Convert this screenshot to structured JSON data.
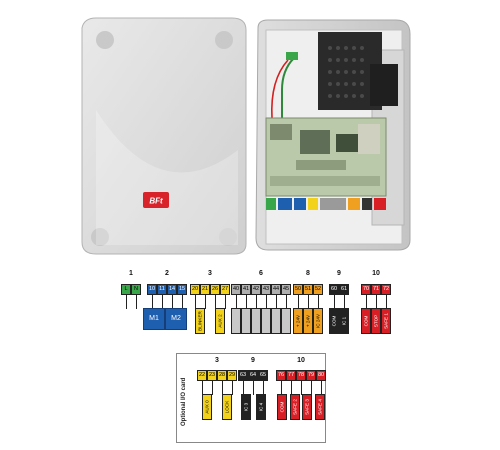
{
  "photo": {
    "logo": "BFt"
  },
  "diagram": {
    "groups": [
      {
        "num": "1",
        "color": "#3aa64a",
        "terminals": [
          "L",
          "N"
        ]
      },
      {
        "num": "2",
        "color": "#1f5fb0",
        "terminals": [
          "10",
          "11",
          "14",
          "15"
        ],
        "motors": [
          "M1",
          "M2"
        ]
      },
      {
        "num": "3",
        "color": "#f2d21b",
        "terminals": [
          "20",
          "21",
          "26",
          "27"
        ],
        "labels": [
          "BLINKER",
          "AUX 2"
        ]
      },
      {
        "num": "6",
        "color": "#b0b0b0",
        "terminals": [
          "40",
          "41",
          "42",
          "43",
          "44",
          "45"
        ]
      },
      {
        "num": "8",
        "color": "#f0a020",
        "terminals": [
          "50",
          "51",
          "52"
        ],
        "labels": [
          "+ 24V",
          "+ 24V",
          "IC 24V"
        ]
      },
      {
        "num": "9",
        "color": "#222222",
        "terminals": [
          "60",
          "61"
        ],
        "labels": [
          "COM",
          "IC 1"
        ]
      },
      {
        "num": "10",
        "color": "#d81f26",
        "terminals": [
          "70",
          "71",
          "72"
        ],
        "labels": [
          "COM",
          "STOP",
          "SAFE 1"
        ]
      }
    ],
    "optional": {
      "title": "Optional I/O card",
      "groups": [
        {
          "num": "3",
          "color": "#f2d21b",
          "terminals": [
            "22",
            "23",
            "28",
            "29"
          ],
          "labels": [
            "AUX 0",
            "LOCK"
          ]
        },
        {
          "num": "9",
          "color": "#222222",
          "terminals": [
            "63",
            "64",
            "65"
          ],
          "labels": [
            "IC 3",
            "IC 4"
          ]
        },
        {
          "num": "10",
          "color": "#d81f26",
          "terminals": [
            "76",
            "77",
            "78",
            "79",
            "80"
          ],
          "labels": [
            "COM",
            "SAFE 2",
            "SAFE 3",
            "SAFE 4"
          ]
        }
      ]
    }
  }
}
